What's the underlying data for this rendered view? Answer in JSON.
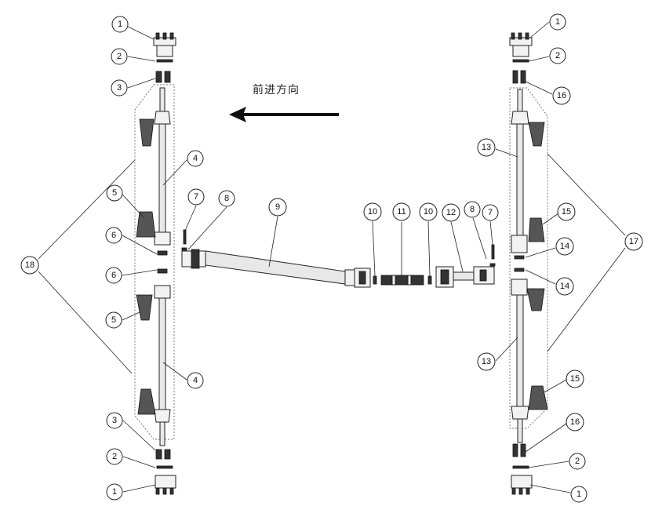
{
  "direction_label": "前进方向",
  "callouts": [
    "1",
    "2",
    "3",
    "4",
    "5",
    "6",
    "7",
    "8",
    "9",
    "10",
    "11",
    "12",
    "13",
    "14",
    "15",
    "16",
    "17",
    "18"
  ]
}
